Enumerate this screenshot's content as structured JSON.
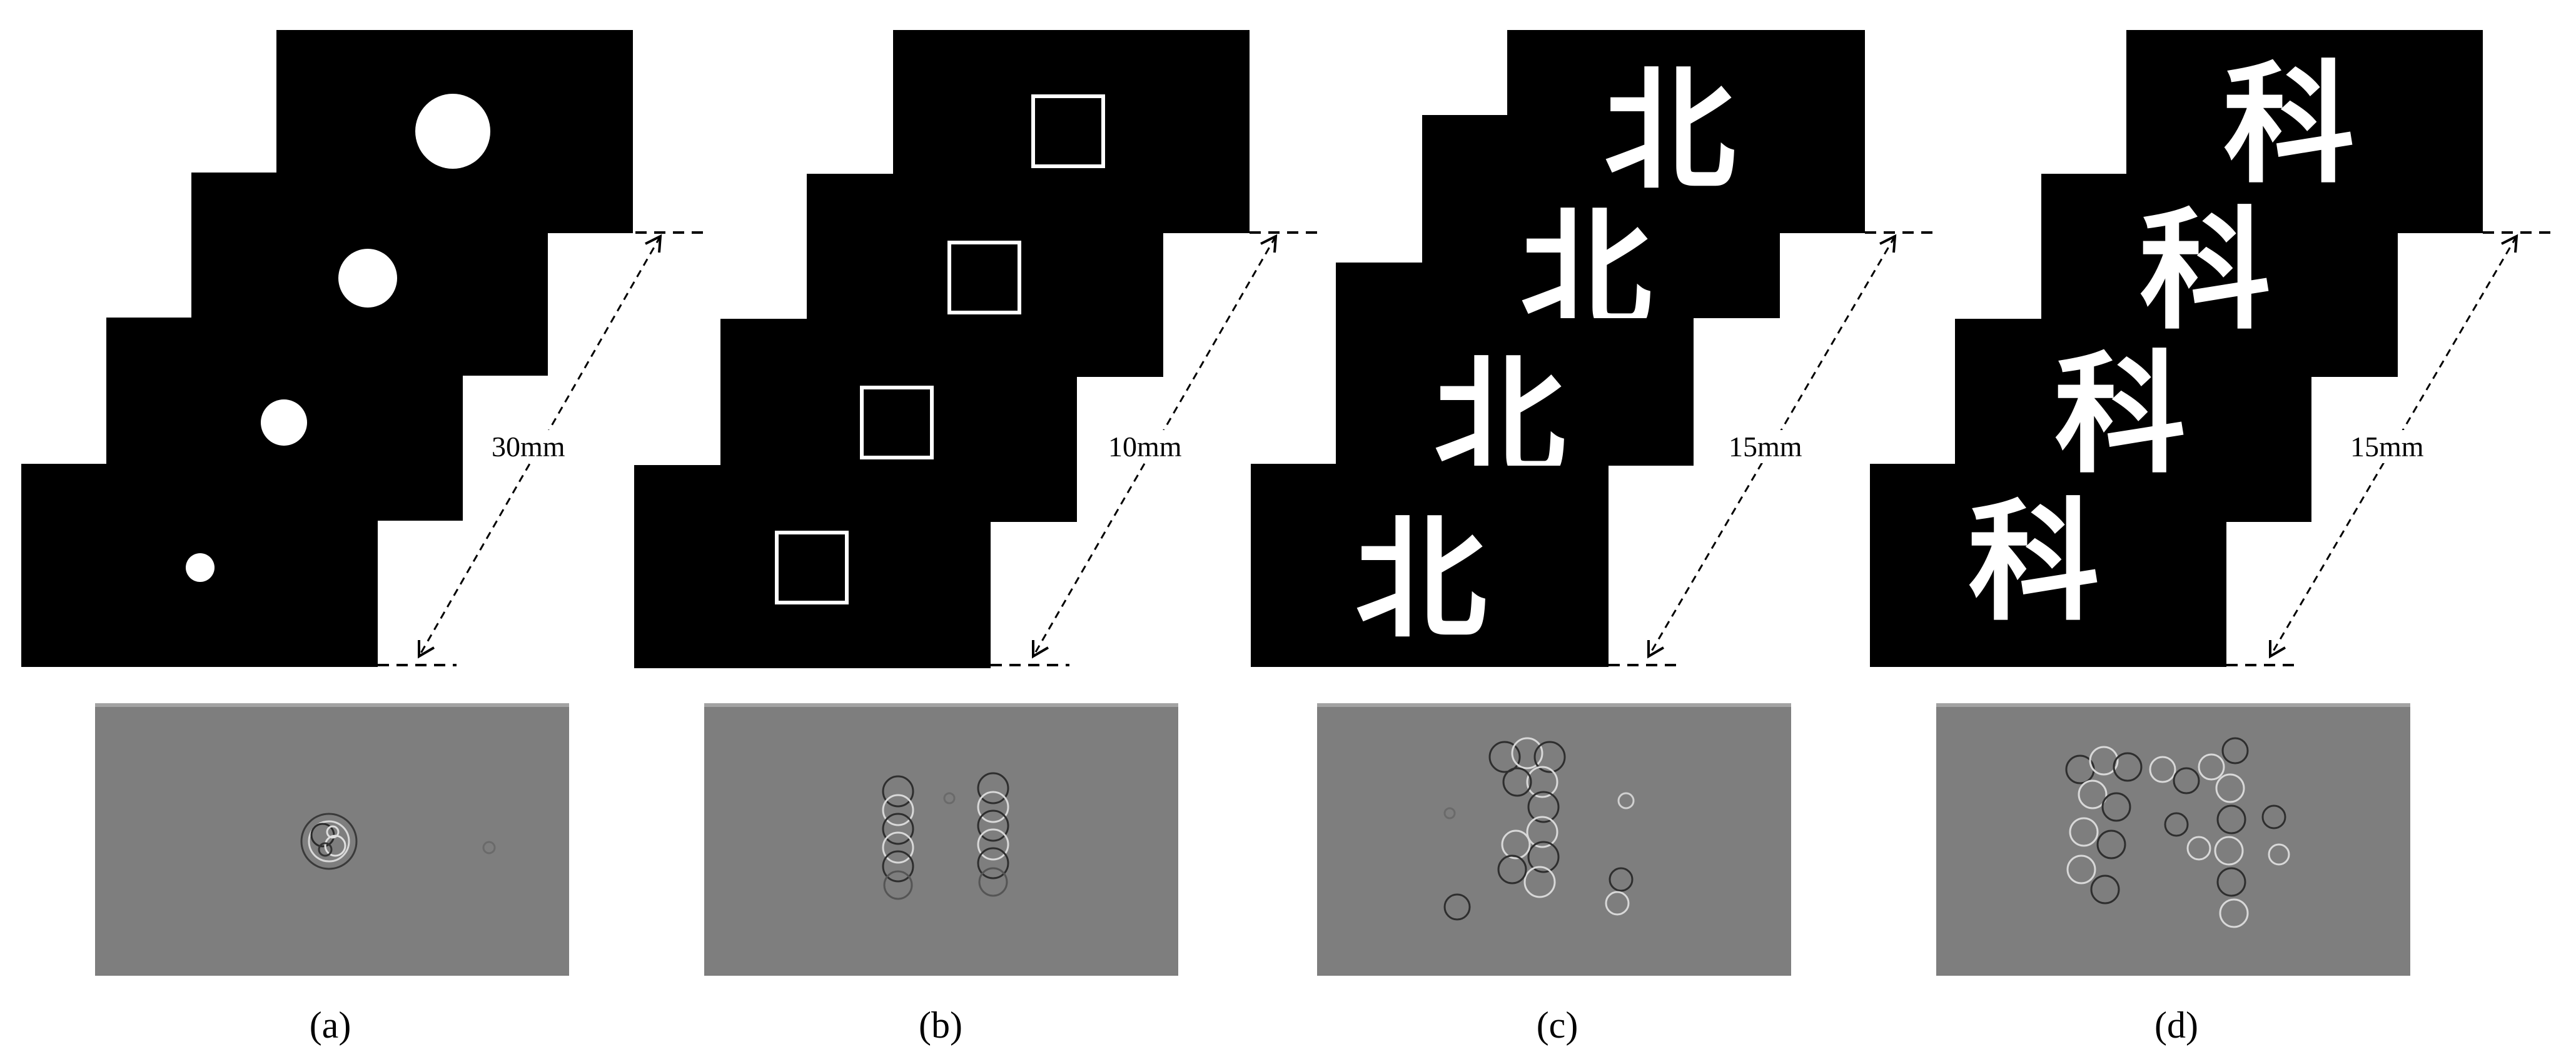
{
  "panels": [
    {
      "id": "a",
      "caption": "(a)",
      "distance": "30mm",
      "shape": "circle",
      "char": "",
      "colors": {
        "plane": "#000000",
        "object": "#ffffff",
        "hologram": "#7e7e7e"
      }
    },
    {
      "id": "b",
      "caption": "(b)",
      "distance": "10mm",
      "shape": "square",
      "char": "",
      "colors": {
        "plane": "#000000",
        "object": "#ffffff",
        "hologram": "#7e7e7e"
      }
    },
    {
      "id": "c",
      "caption": "(c)",
      "distance": "15mm",
      "shape": "character",
      "char": "北",
      "colors": {
        "plane": "#000000",
        "object": "#ffffff",
        "hologram": "#7e7e7e"
      }
    },
    {
      "id": "d",
      "caption": "(d)",
      "distance": "15mm",
      "shape": "character",
      "char": "科",
      "colors": {
        "plane": "#000000",
        "object": "#ffffff",
        "hologram": "#7e7e7e"
      }
    }
  ]
}
